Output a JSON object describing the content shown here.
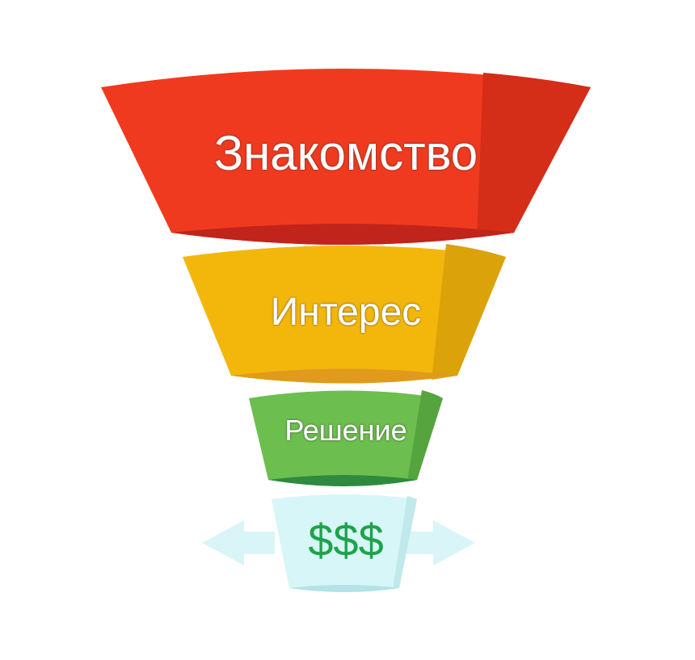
{
  "funnel": {
    "stages": [
      {
        "label": "Знакомство",
        "color": "#f03a1f",
        "shade": "#d42d18",
        "rim": "#c0241a"
      },
      {
        "label": "Интерес",
        "color": "#f3b70c",
        "shade": "#dca20a",
        "rim": "#e09a1c"
      },
      {
        "label": "Решение",
        "color": "#6cbf4f",
        "shade": "#56a43d",
        "rim": "#2e8a3e"
      },
      {
        "label": "$$$",
        "color": "#d7f6f7",
        "shade": "#bfe9eb",
        "rim": "#b3e3e7",
        "text_color": "#1ea34a"
      }
    ],
    "arrow_color": "#d9f5f7"
  }
}
